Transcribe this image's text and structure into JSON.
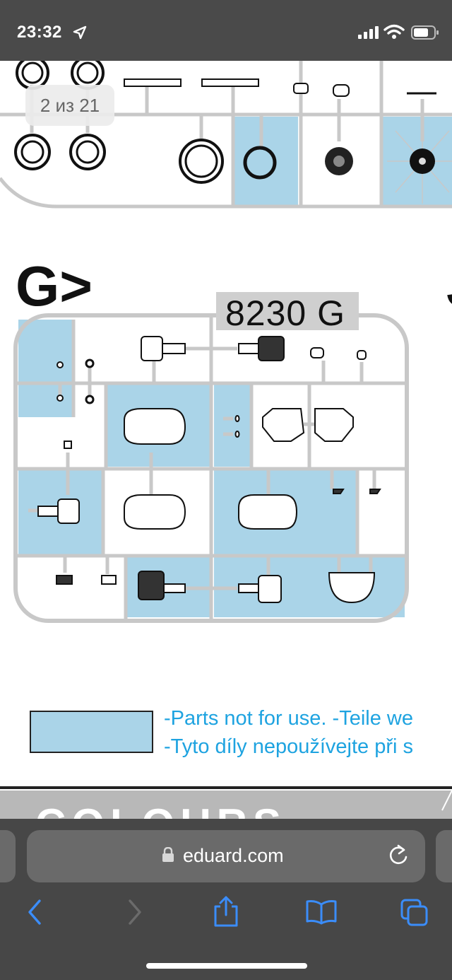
{
  "status_bar": {
    "time": "23:32"
  },
  "document": {
    "page_indicator": "2 из 21",
    "section_letter": "G>",
    "sprue_code": "8230 G",
    "legend_line1": "-Parts not for use. -Teile we",
    "legend_line2": "-Tyto díly nepoužívejte při s",
    "colours_heading": "COLOURS",
    "colors": {
      "unused_parts": "#aad4e8",
      "sprue": "#c8c8c8",
      "link": "#1ea3e0"
    }
  },
  "browser": {
    "domain": "eduard.com",
    "icons": [
      "lock-icon",
      "reload-icon",
      "back-icon",
      "forward-icon",
      "share-icon",
      "bookmarks-icon",
      "tabs-icon"
    ]
  }
}
